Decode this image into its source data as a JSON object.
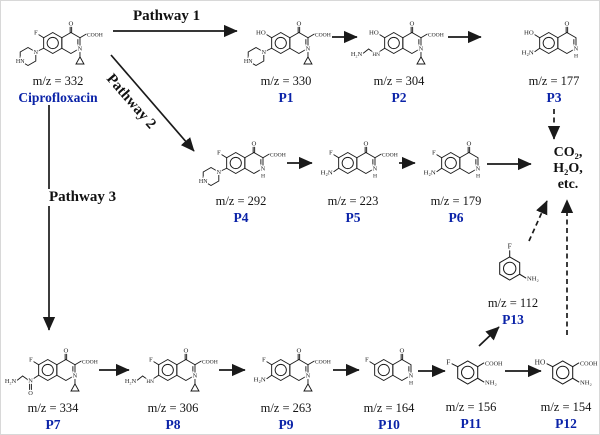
{
  "background": "#ffffff",
  "colors": {
    "structure": "#1a1a1a",
    "label_blue": "#0b23a8",
    "arrow": "#1a1a1a"
  },
  "pathways": {
    "p1": {
      "label": "Pathway 1"
    },
    "p2": {
      "label": "Pathway 2"
    },
    "p3": {
      "label": "Pathway 3"
    }
  },
  "mineralization": {
    "line1": "CO₂,",
    "line2": "H₂O,",
    "line3": "etc."
  },
  "atom_labels": {
    "ketone": "O",
    "ring_n": "N",
    "ring_nh": "H",
    "acid": "COOH",
    "pip_n": "N",
    "pip_hn": "HN",
    "amine": "H₂N",
    "chain_nh": "HN",
    "amide_n": "N",
    "amide_o": "O"
  },
  "compounds": [
    {
      "id": "cipro",
      "mz": "m/z = 332",
      "label": "Ciprofloxacin",
      "structure": {
        "type": "quinolone",
        "topLeft": "F",
        "left": "piperazine",
        "n": "cyclopropyl",
        "cooh": true
      }
    },
    {
      "id": "p1",
      "mz": "m/z = 330",
      "label": "P1",
      "structure": {
        "type": "quinolone",
        "topLeft": "HO",
        "left": "piperazine",
        "n": "cyclopropyl",
        "cooh": true
      }
    },
    {
      "id": "p2",
      "mz": "m/z = 304",
      "label": "P2",
      "structure": {
        "type": "quinolone",
        "topLeft": "HO",
        "left": "chain",
        "n": "cyclopropyl",
        "cooh": true
      }
    },
    {
      "id": "p3",
      "mz": "m/z = 177",
      "label": "P3",
      "structure": {
        "type": "quinolone",
        "topLeft": "HO",
        "left": "amine",
        "n": "H",
        "cooh": false
      }
    },
    {
      "id": "p4",
      "mz": "m/z = 292",
      "label": "P4",
      "structure": {
        "type": "quinolone",
        "topLeft": "F",
        "left": "piperazine",
        "n": "H",
        "cooh": true
      }
    },
    {
      "id": "p5",
      "mz": "m/z = 223",
      "label": "P5",
      "structure": {
        "type": "quinolone",
        "topLeft": "F",
        "left": "amine",
        "n": "H",
        "cooh": true
      }
    },
    {
      "id": "p6",
      "mz": "m/z = 179",
      "label": "P6",
      "structure": {
        "type": "quinolone",
        "topLeft": "F",
        "left": "amine",
        "n": "H",
        "cooh": false
      }
    },
    {
      "id": "p7",
      "mz": "m/z = 334",
      "label": "P7",
      "structure": {
        "type": "quinolone",
        "topLeft": "F",
        "left": "amide",
        "n": "cyclopropyl",
        "cooh": true
      }
    },
    {
      "id": "p8",
      "mz": "m/z = 306",
      "label": "P8",
      "structure": {
        "type": "quinolone",
        "topLeft": "F",
        "left": "chain",
        "n": "cyclopropyl",
        "cooh": true
      }
    },
    {
      "id": "p9",
      "mz": "m/z = 263",
      "label": "P9",
      "structure": {
        "type": "quinolone",
        "topLeft": "F",
        "left": "amine",
        "n": "cyclopropyl",
        "cooh": true
      }
    },
    {
      "id": "p10",
      "mz": "m/z = 164",
      "label": "P10",
      "structure": {
        "type": "quinolone",
        "topLeft": "F",
        "left": "none",
        "n": "H",
        "cooh": false
      }
    },
    {
      "id": "p11",
      "mz": "m/z = 156",
      "label": "P11",
      "structure": {
        "type": "benzene",
        "subs": [
          {
            "pos": "topLeft",
            "label": "F"
          },
          {
            "pos": "topRight",
            "label": "COOH"
          },
          {
            "pos": "right",
            "label": "NH₂"
          }
        ]
      }
    },
    {
      "id": "p12",
      "mz": "m/z = 154",
      "label": "P12",
      "structure": {
        "type": "benzene",
        "subs": [
          {
            "pos": "topLeft",
            "label": "HO"
          },
          {
            "pos": "topRight",
            "label": "COOH"
          },
          {
            "pos": "right",
            "label": "NH₂"
          }
        ]
      }
    },
    {
      "id": "p13",
      "mz": "m/z = 112",
      "label": "P13",
      "structure": {
        "type": "benzene",
        "subs": [
          {
            "pos": "top",
            "label": "F"
          },
          {
            "pos": "right",
            "label": "NH₂"
          }
        ]
      }
    }
  ]
}
